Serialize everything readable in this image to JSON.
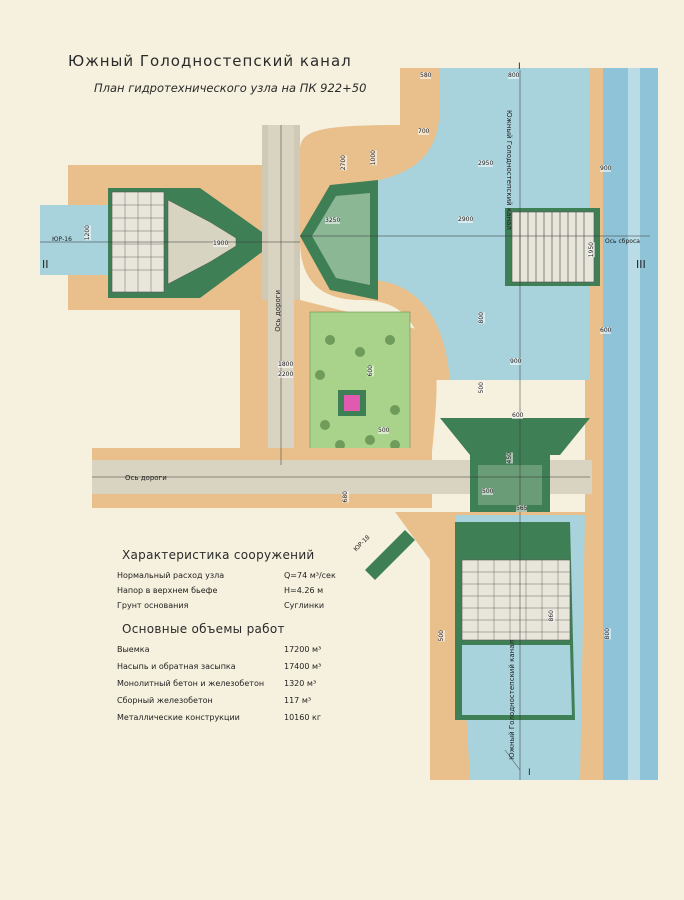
{
  "header": {
    "title": "Южный Голодностепский канал",
    "subtitle": "План гидротехнического узла на ПК 922+50"
  },
  "characteristics": {
    "heading": "Характеристика сооружений",
    "rows": [
      {
        "label": "Нормальный расход узла",
        "value": "Q=74 м³/сек"
      },
      {
        "label": "Напор в верхнем бьефе",
        "value": "H=4.26 м"
      },
      {
        "label": "Грунт основания",
        "value": "Суглинки"
      }
    ]
  },
  "volumes": {
    "heading": "Основные объемы работ",
    "rows": [
      {
        "label": "Выемка",
        "value": "17200 м³"
      },
      {
        "label": "Насыпь и обратная засыпка",
        "value": "17400 м³"
      },
      {
        "label": "Монолитный бетон и железобетон",
        "value": "1320 м³"
      },
      {
        "label": "Сборный железобетон",
        "value": "117 м³"
      },
      {
        "label": "Металлические конструкции",
        "value": "10160 кг"
      }
    ]
  },
  "plan": {
    "canal_label": "Южный Голодностепский канал",
    "canal_label_lower": "Южный Голодностепский канал",
    "road_axis": "Ось дороги",
    "road_axis_vertical": "Ось дороги",
    "discharge_axis": "Ось сброса",
    "section_I_top": "I",
    "section_I_bottom": "I",
    "section_II": "II",
    "section_III": "III",
    "gauge_west": "ЮР-16",
    "gauge_southwest": "ЮР-18",
    "dimensions": [
      "580",
      "800",
      "700",
      "2950",
      "1000",
      "2700",
      "3250",
      "2900",
      "800",
      "900",
      "500",
      "600",
      "450",
      "500",
      "565",
      "500",
      "860",
      "800",
      "600",
      "900",
      "1800",
      "2200",
      "600",
      "500",
      "1200",
      "1950",
      "1900",
      "680"
    ]
  },
  "colors": {
    "paper": "#f6f1de",
    "water": "#a8d2dc",
    "canal_blue": "#8fc4d8",
    "earth": "#e9c08c",
    "concrete": "#cfc9b5",
    "green_slab": "#3f7f56",
    "grass": "#a9d38a",
    "accent_pink": "#e05bb0"
  }
}
